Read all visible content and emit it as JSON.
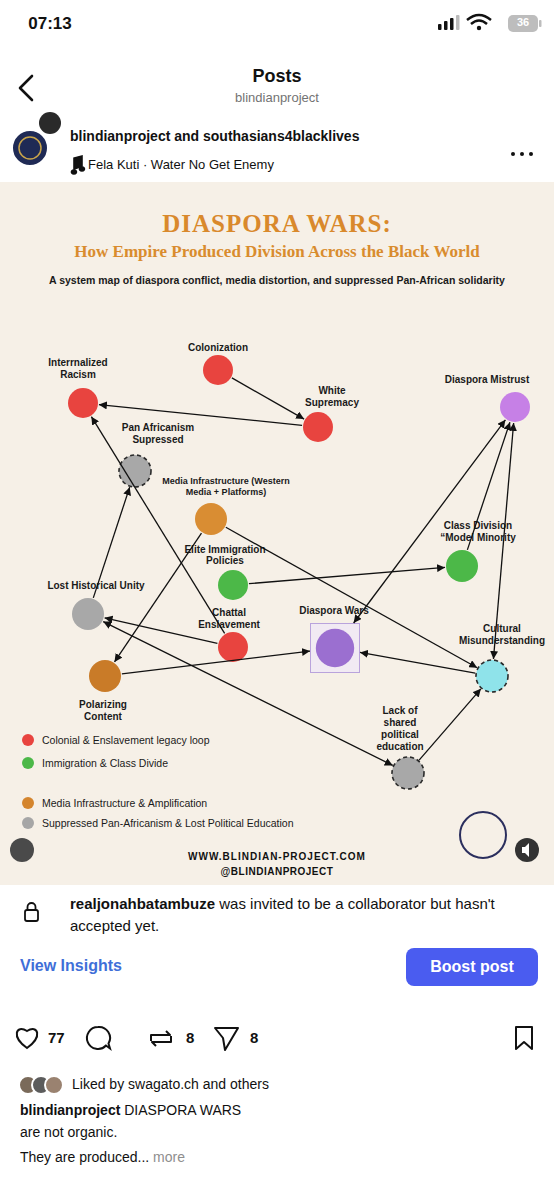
{
  "diagram": {
    "title": "DIASPORA WARS:",
    "caption": "A system map of diaspora conflict, media distortion, and suppressed Pan-African solidarity",
    "nodes": [
      {
        "text": [
          "Colonization"
        ]
      },
      {
        "text": [
          "Interrnalized Racism"
        ]
      },
      {
        "text": [
          "Diaspora Mistrust"
        ]
      },
      {
        "text": [
          "White Supremacy"
        ]
      },
      {
        "text": [
          "Pan Africanism Supressed"
        ]
      },
      {
        "text": [
          "Media Infrastructure (Western Media + Platforms)"
        ]
      },
      {
        "text": [
          "Class Division “Model Minority"
        ]
      },
      {
        "text": [
          "Elite Immigration Policies"
        ]
      },
      {
        "text": [
          "Lost Historical Unity"
        ]
      },
      {
        "text": [
          "Diaspora Wars"
        ]
      },
      {
        "text": [
          "Chattal Enslavement"
        ]
      },
      {
        "text": [
          "Cultural Misunderstanding"
        ]
      },
      {
        "text": [
          "Polarizing Content"
        ]
      },
      {
        "text": [
          "Lack of shared political education"
        ]
      }
    ],
    "edges": [
      {
        "from": 0,
        "to": 3,
        "arrow": "to"
      },
      {
        "from": 3,
        "to": 1,
        "arrow": "to"
      },
      {
        "from": 10,
        "to": 1,
        "arrow": "to"
      },
      {
        "from": 8,
        "to": 4,
        "arrow": "to"
      },
      {
        "from": 10,
        "to": 8,
        "arrow": "to"
      },
      {
        "from": 5,
        "to": 12,
        "arrow": "to"
      },
      {
        "from": 5,
        "to": 11,
        "arrow": "to"
      },
      {
        "from": 7,
        "to": 6,
        "arrow": "to"
      },
      {
        "from": 6,
        "to": 2,
        "arrow": "to"
      },
      {
        "from": 2,
        "to": 9,
        "arrow": "both"
      },
      {
        "from": 2,
        "to": 11,
        "arrow": "both"
      },
      {
        "from": 11,
        "to": 9,
        "arrow": "to"
      },
      {
        "from": 12,
        "to": 9,
        "arrow": "to"
      },
      {
        "from": 13,
        "to": 11,
        "arrow": "to"
      },
      {
        "from": 13,
        "to": 8,
        "arrow": "both"
      }
    ],
    "labels": [
      "07:13",
      "36",
      "Posts",
      "blindianproject",
      "blindianproject and southasians4blacklives",
      "Fela Kuti · Water No Get Enemy",
      "How Empire Produced Division Across the Black World",
      "WWW.BLINDIAN-PROJECT.COM",
      "@BLINDIANPROJECT",
      "realjonahbatambuze",
      "was invited to be a collaborator but hasn't accepted yet.",
      "View Insights",
      "Boost post",
      "77",
      "8",
      "8",
      "Liked by swagato.ch and others",
      "blindianproject",
      "DIASPORA WARS",
      "are not organic.",
      "They are produced...",
      "more"
    ],
    "legend": [
      {
        "text": "Colonial & Enslavement legacy loop",
        "color": "#e8443f"
      },
      {
        "text": "Immigration & Class Divide",
        "color": "#4cb848"
      },
      {
        "text": "Media Infrastructure & Amplification",
        "color": "#d4852e"
      },
      {
        "text": "Suppressed Pan-Africanism & Lost Political Education",
        "color": "#a6a6a6"
      }
    ]
  }
}
